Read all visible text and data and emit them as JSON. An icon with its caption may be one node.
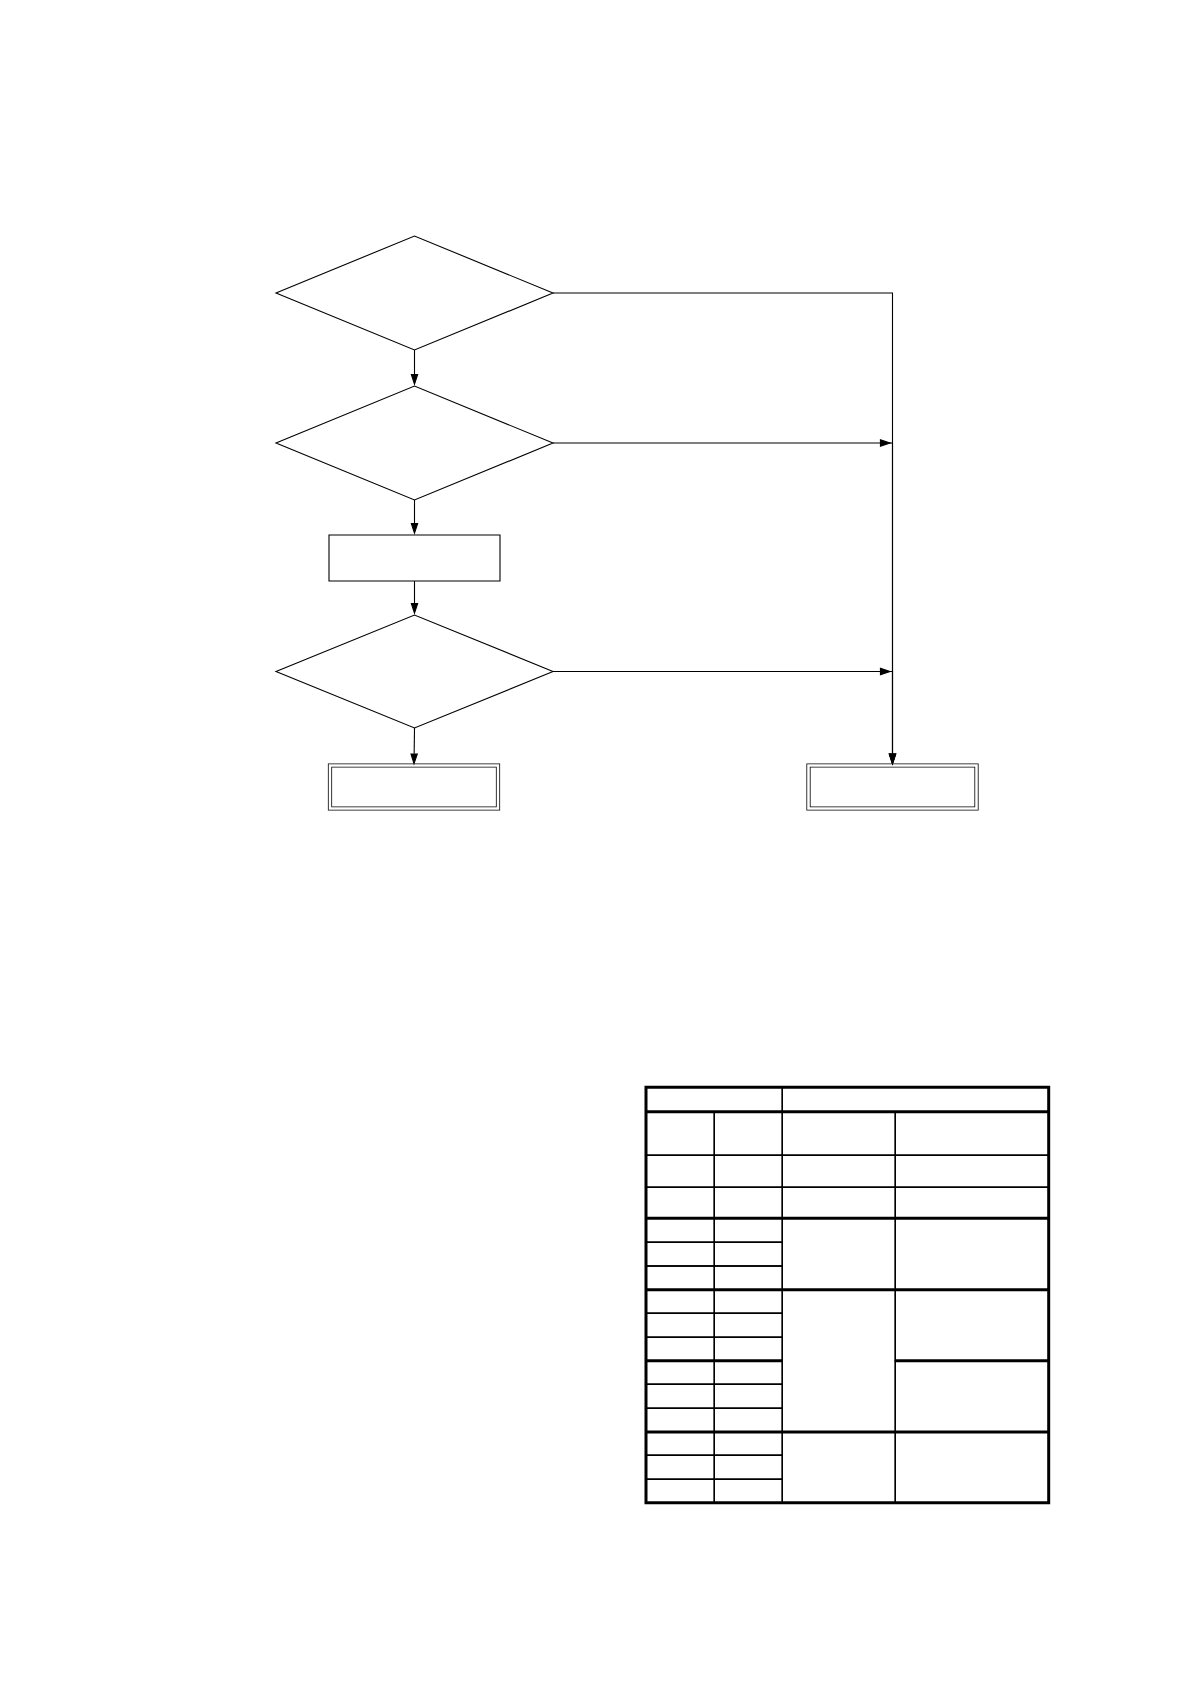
{
  "diagram": {
    "nodes": [
      {
        "text": [],
        "shape": "diamond"
      },
      {
        "text": [],
        "shape": "diamond"
      },
      {
        "text": [],
        "shape": "box"
      },
      {
        "text": [],
        "shape": "diamond"
      },
      {
        "text": [],
        "shape": "box"
      },
      {
        "text": [],
        "shape": "box"
      }
    ],
    "edges": [
      {
        "from": 0,
        "to": 1,
        "arrow": "to"
      },
      {
        "from": 1,
        "to": 2,
        "arrow": "to"
      },
      {
        "from": 2,
        "to": 3,
        "arrow": "to"
      },
      {
        "from": 3,
        "to": 4,
        "arrow": "to"
      },
      {
        "from": 0,
        "to": 5,
        "arrow": "to"
      },
      {
        "from": 1,
        "to": 5,
        "arrow": "to"
      },
      {
        "from": 3,
        "to": 5,
        "arrow": "to"
      }
    ]
  }
}
